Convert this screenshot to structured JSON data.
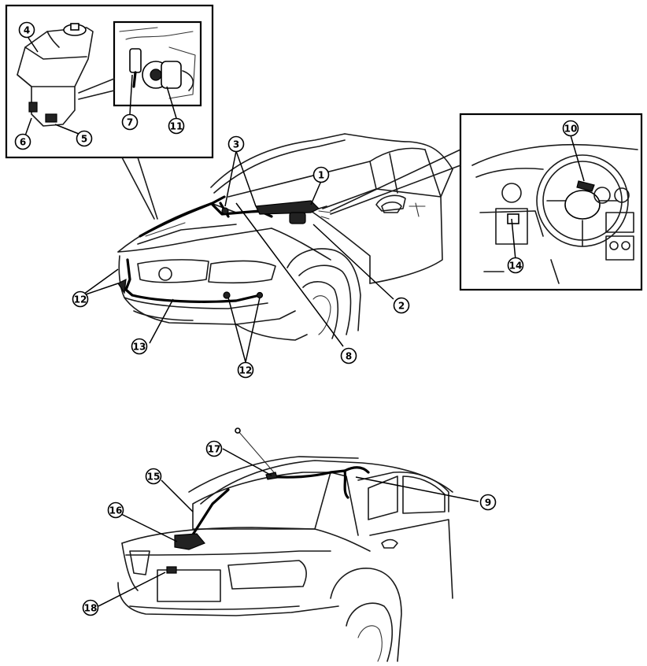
{
  "figure": {
    "callouts": [
      {
        "id": "c1",
        "label": "1"
      },
      {
        "id": "c2",
        "label": "2"
      },
      {
        "id": "c3",
        "label": "3"
      },
      {
        "id": "c4",
        "label": "4"
      },
      {
        "id": "c5",
        "label": "5"
      },
      {
        "id": "c6",
        "label": "6"
      },
      {
        "id": "c7",
        "label": "7"
      },
      {
        "id": "c8",
        "label": "8"
      },
      {
        "id": "c9",
        "label": "9"
      },
      {
        "id": "c10",
        "label": "10"
      },
      {
        "id": "c11",
        "label": "11"
      },
      {
        "id": "c12a",
        "label": "12"
      },
      {
        "id": "c12b",
        "label": "12"
      },
      {
        "id": "c13",
        "label": "13"
      },
      {
        "id": "c14",
        "label": "14"
      },
      {
        "id": "c15",
        "label": "15"
      },
      {
        "id": "c16",
        "label": "16"
      },
      {
        "id": "c17",
        "label": "17"
      },
      {
        "id": "c18",
        "label": "18"
      }
    ]
  },
  "colors": {
    "line": "#000000",
    "background": "#ffffff"
  }
}
